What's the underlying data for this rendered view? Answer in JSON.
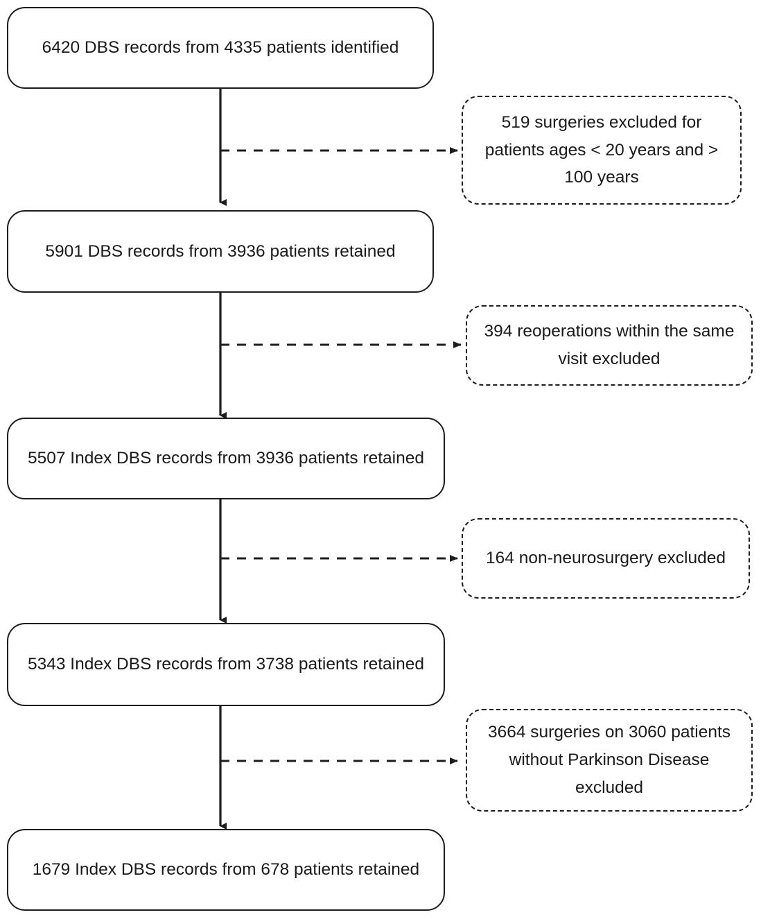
{
  "diagram": {
    "type": "flowchart",
    "orientation": "top-to-bottom",
    "title": "DBS records patient selection flow",
    "colors": {
      "stroke": "#1d1d1d",
      "text": "#1a1a1a",
      "background": "#ffffff"
    },
    "main_nodes": [
      {
        "id": "node-identified",
        "name": "records-identified",
        "text": "6420 DBS records from 4335 patients identified",
        "records": 6420,
        "patients": 4335,
        "status": "identified"
      },
      {
        "id": "node-retained-1",
        "name": "records-retained-age",
        "text": "5901 DBS records from 3936 patients retained",
        "records": 5901,
        "patients": 3936,
        "status": "retained"
      },
      {
        "id": "node-retained-2",
        "name": "index-records-retained-reoperations",
        "text": "5507 Index DBS records from 3936 patients retained",
        "records": 5507,
        "patients": 3936,
        "status": "retained"
      },
      {
        "id": "node-retained-3",
        "name": "index-records-retained-neurosurgery",
        "text": "5343 Index DBS records from 3738 patients retained",
        "records": 5343,
        "patients": 3738,
        "status": "retained"
      },
      {
        "id": "node-retained-4",
        "name": "index-records-retained-parkinson",
        "text": "1679 Index DBS records from 678 patients retained",
        "records": 1679,
        "patients": 678,
        "status": "retained"
      }
    ],
    "exclusion_nodes": [
      {
        "id": "excl-age",
        "name": "exclusion-age",
        "text": "519 surgeries excluded for patients ages < 20 years and > 100 years",
        "count": 519
      },
      {
        "id": "excl-reoperations",
        "name": "exclusion-reoperations",
        "text": "394 reoperations within the same visit excluded",
        "count": 394
      },
      {
        "id": "excl-nonneuro",
        "name": "exclusion-non-neurosurgery",
        "text": "164 non-neurosurgery excluded",
        "count": 164
      },
      {
        "id": "excl-nonpd",
        "name": "exclusion-non-parkinson",
        "text": "3664 surgeries on 3060 patients without Parkinson Disease excluded",
        "count": 3664,
        "patients": 3060
      }
    ]
  }
}
